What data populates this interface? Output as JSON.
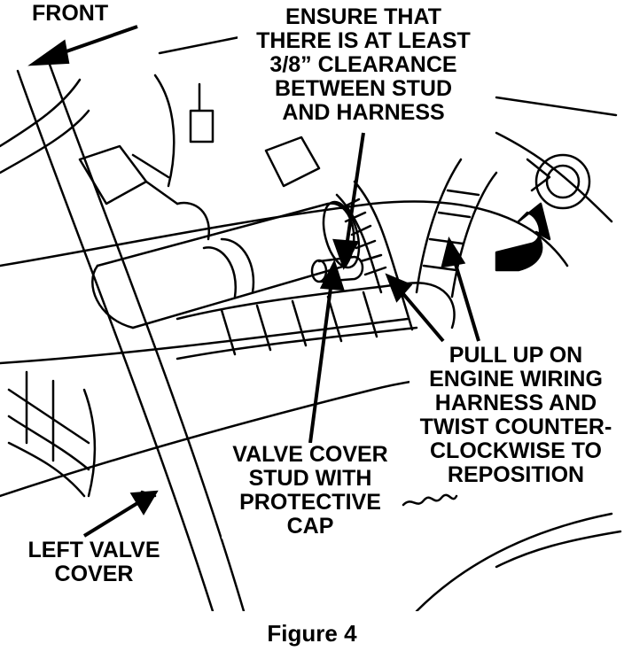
{
  "labels": {
    "front": [
      "FRONT"
    ],
    "ensure": [
      "ENSURE THAT",
      "THERE IS AT LEAST",
      "3/8” CLEARANCE",
      "BETWEEN STUD",
      "AND HARNESS"
    ],
    "pull_up": [
      "PULL UP ON",
      "ENGINE WIRING",
      "HARNESS AND",
      "TWIST COUNTER-",
      "CLOCKWISE TO",
      "REPOSITION"
    ],
    "valve_stud": [
      "VALVE COVER",
      "STUD WITH",
      "PROTECTIVE",
      "CAP"
    ],
    "left_valve": [
      "LEFT VALVE",
      "COVER"
    ]
  },
  "caption": "Figure 4",
  "colors": {
    "ink": "#000000",
    "paper": "#ffffff"
  }
}
